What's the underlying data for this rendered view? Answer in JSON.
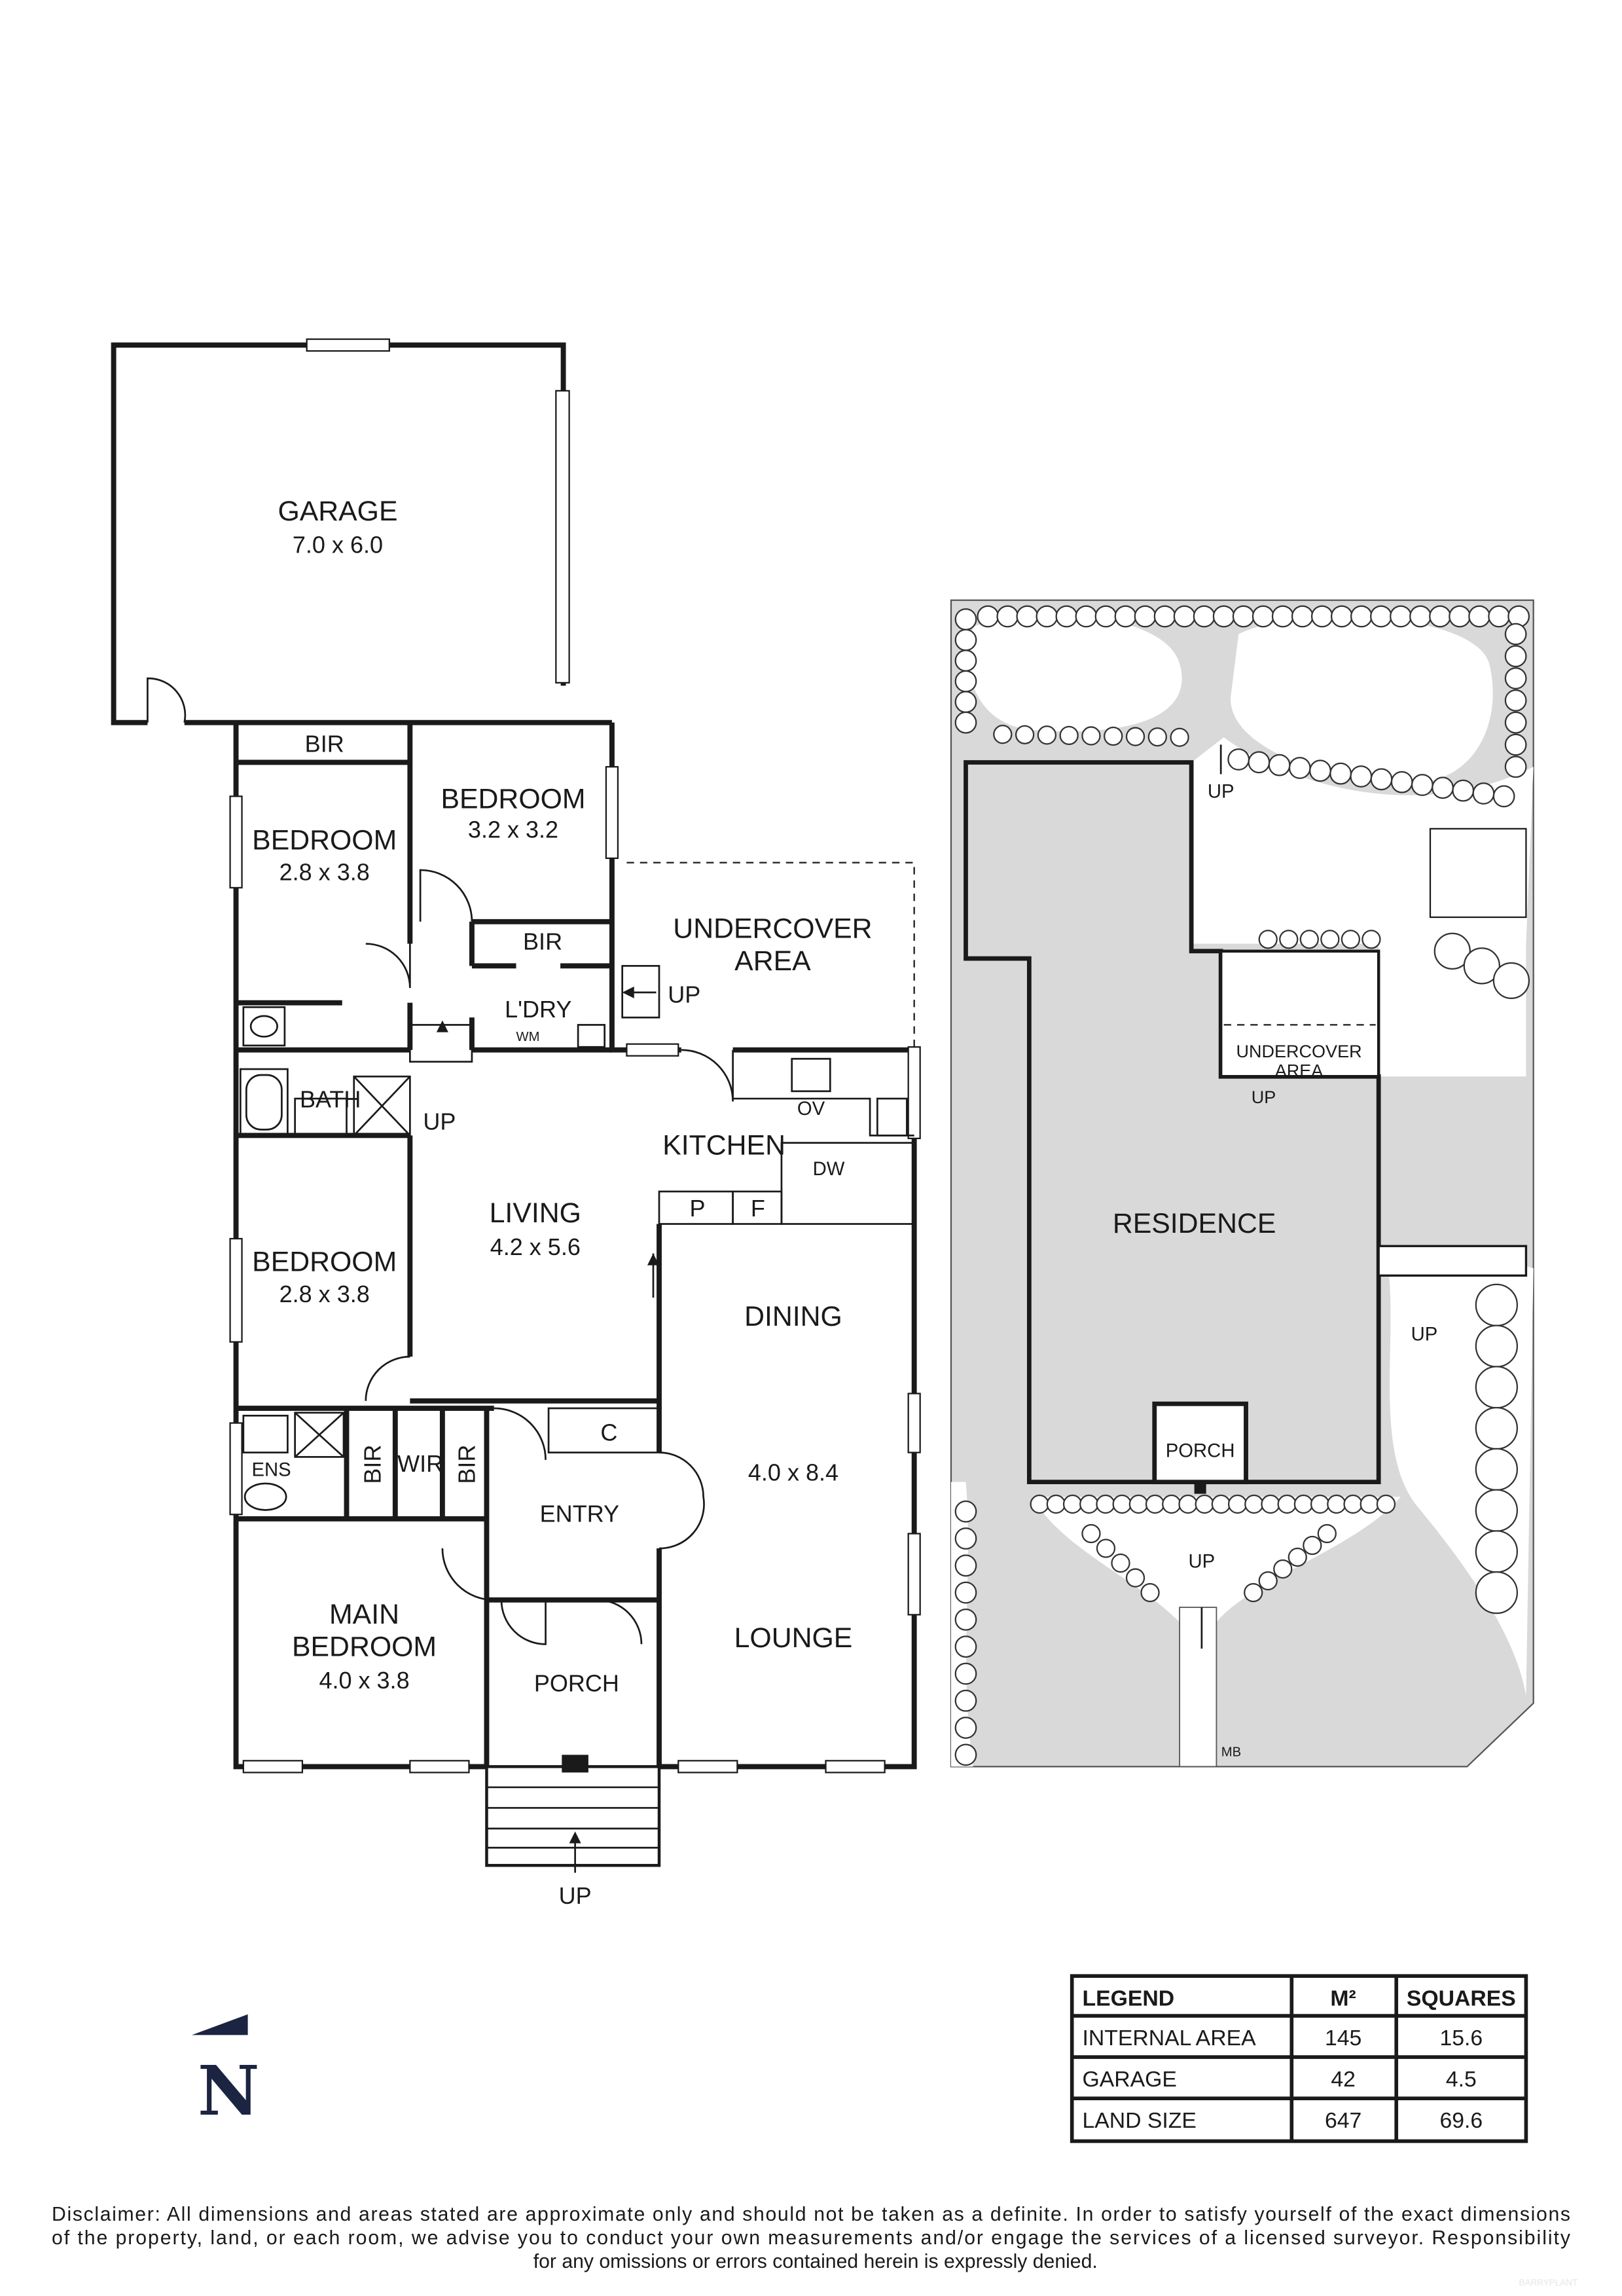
{
  "floor_plan": {
    "garage": {
      "name": "GARAGE",
      "dims": "7.0 x 6.0"
    },
    "bir_top": "BIR",
    "bedroom_nw": {
      "name": "BEDROOM",
      "dims": "2.8 x 3.8"
    },
    "bedroom_n": {
      "name": "BEDROOM",
      "dims": "3.2 x 3.2"
    },
    "bir_mid": "BIR",
    "undercover": {
      "line1": "UNDERCOVER",
      "line2": "AREA",
      "up": "UP"
    },
    "laundry": {
      "name": "L'DRY",
      "wm": "WM"
    },
    "bath": "BATH",
    "hall_up": "UP",
    "kitchen": {
      "name": "KITCHEN",
      "ov": "OV",
      "dw": "DW",
      "pantry": "P",
      "fridge": "F"
    },
    "living": {
      "name": "LIVING",
      "dims": "4.2 x 5.6"
    },
    "bedroom_w": {
      "name": "BEDROOM",
      "dims": "2.8 x 3.8"
    },
    "dining": {
      "name": "DINING",
      "dims": "4.0 x 8.4"
    },
    "ens": "ENS",
    "bir_a": "BIR",
    "wir": "WIR",
    "bir_b": "BIR",
    "cupboard": "C",
    "entry": "ENTRY",
    "main_bedroom": {
      "line1": "MAIN",
      "line2": "BEDROOM",
      "dims": "4.0 x 3.8"
    },
    "porch": "PORCH",
    "lounge": "LOUNGE",
    "steps_up": "UP"
  },
  "site_plan": {
    "residence": "RESIDENCE",
    "undercover": {
      "line1": "UNDERCOVER",
      "line2": "AREA",
      "up": "UP"
    },
    "porch": "PORCH",
    "up_front": "UP",
    "up_side": "UP",
    "up_rear": "UP",
    "mailbox": "MB"
  },
  "north": {
    "label": "N"
  },
  "legend": {
    "headers": [
      "LEGEND",
      "M²",
      "SQUARES"
    ],
    "rows": [
      {
        "label": "INTERNAL AREA",
        "m2": "145",
        "squares": "15.6"
      },
      {
        "label": "GARAGE",
        "m2": "42",
        "squares": "4.5"
      },
      {
        "label": "LAND SIZE",
        "m2": "647",
        "squares": "69.6"
      }
    ]
  },
  "disclaimer": {
    "line1": "Disclaimer: All dimensions and areas stated are approximate only and should not be taken as a definite. In order to satisfy yourself of the exact dimensions",
    "line2": "of the property, land, or each room, we advise you to conduct your own measurements and/or engage the services of a licensed surveyor. Responsibility",
    "line3": "for any omissions or errors contained herein is expressly denied."
  },
  "watermark": "BARRYPLANT"
}
